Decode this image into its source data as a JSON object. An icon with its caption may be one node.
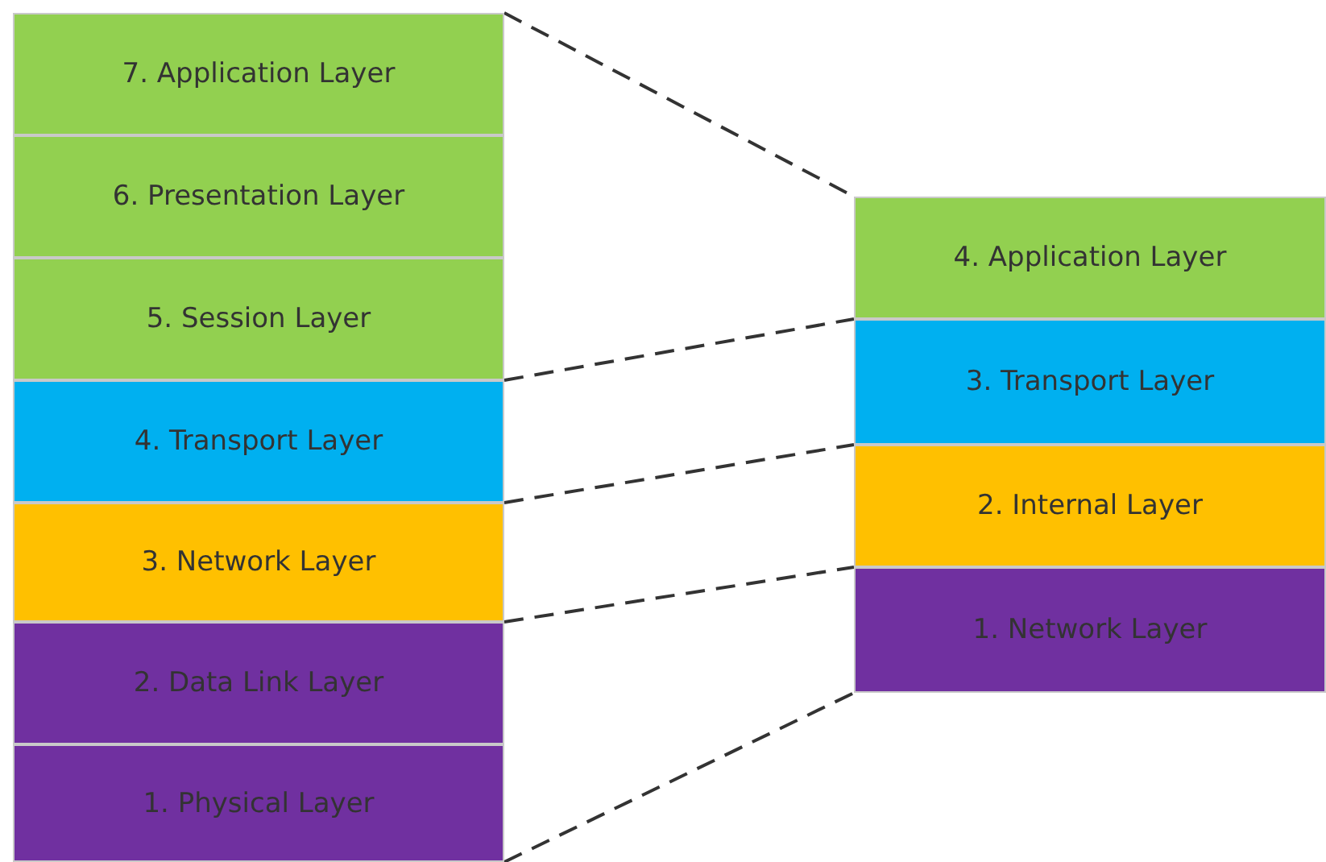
{
  "diagram": {
    "nodes": [
      {
        "text": [
          "7. Application Layer"
        ]
      },
      {
        "text": [
          "6. Presentation Layer"
        ]
      },
      {
        "text": [
          "5. Session Layer"
        ]
      },
      {
        "text": [
          "4. Transport Layer"
        ]
      },
      {
        "text": [
          "3. Network Layer"
        ]
      },
      {
        "text": [
          "2. Data Link Layer"
        ]
      },
      {
        "text": [
          "1. Physical Layer"
        ]
      },
      {
        "text": [
          "4. Application Layer"
        ]
      },
      {
        "text": [
          "3. Transport Layer"
        ]
      },
      {
        "text": [
          "2. Internal Layer"
        ]
      },
      {
        "text": [
          "1. Network Layer"
        ]
      }
    ],
    "edges": [
      {
        "from": 0,
        "to": 7,
        "arrow": "none",
        "style": "dashed"
      },
      {
        "from": 3,
        "to": 8,
        "arrow": "none",
        "style": "dashed"
      },
      {
        "from": 4,
        "to": 9,
        "arrow": "none",
        "style": "dashed"
      },
      {
        "from": 5,
        "to": 10,
        "arrow": "none",
        "style": "dashed"
      },
      {
        "from": 6,
        "to": 10,
        "arrow": "none",
        "style": "dashed"
      }
    ]
  }
}
